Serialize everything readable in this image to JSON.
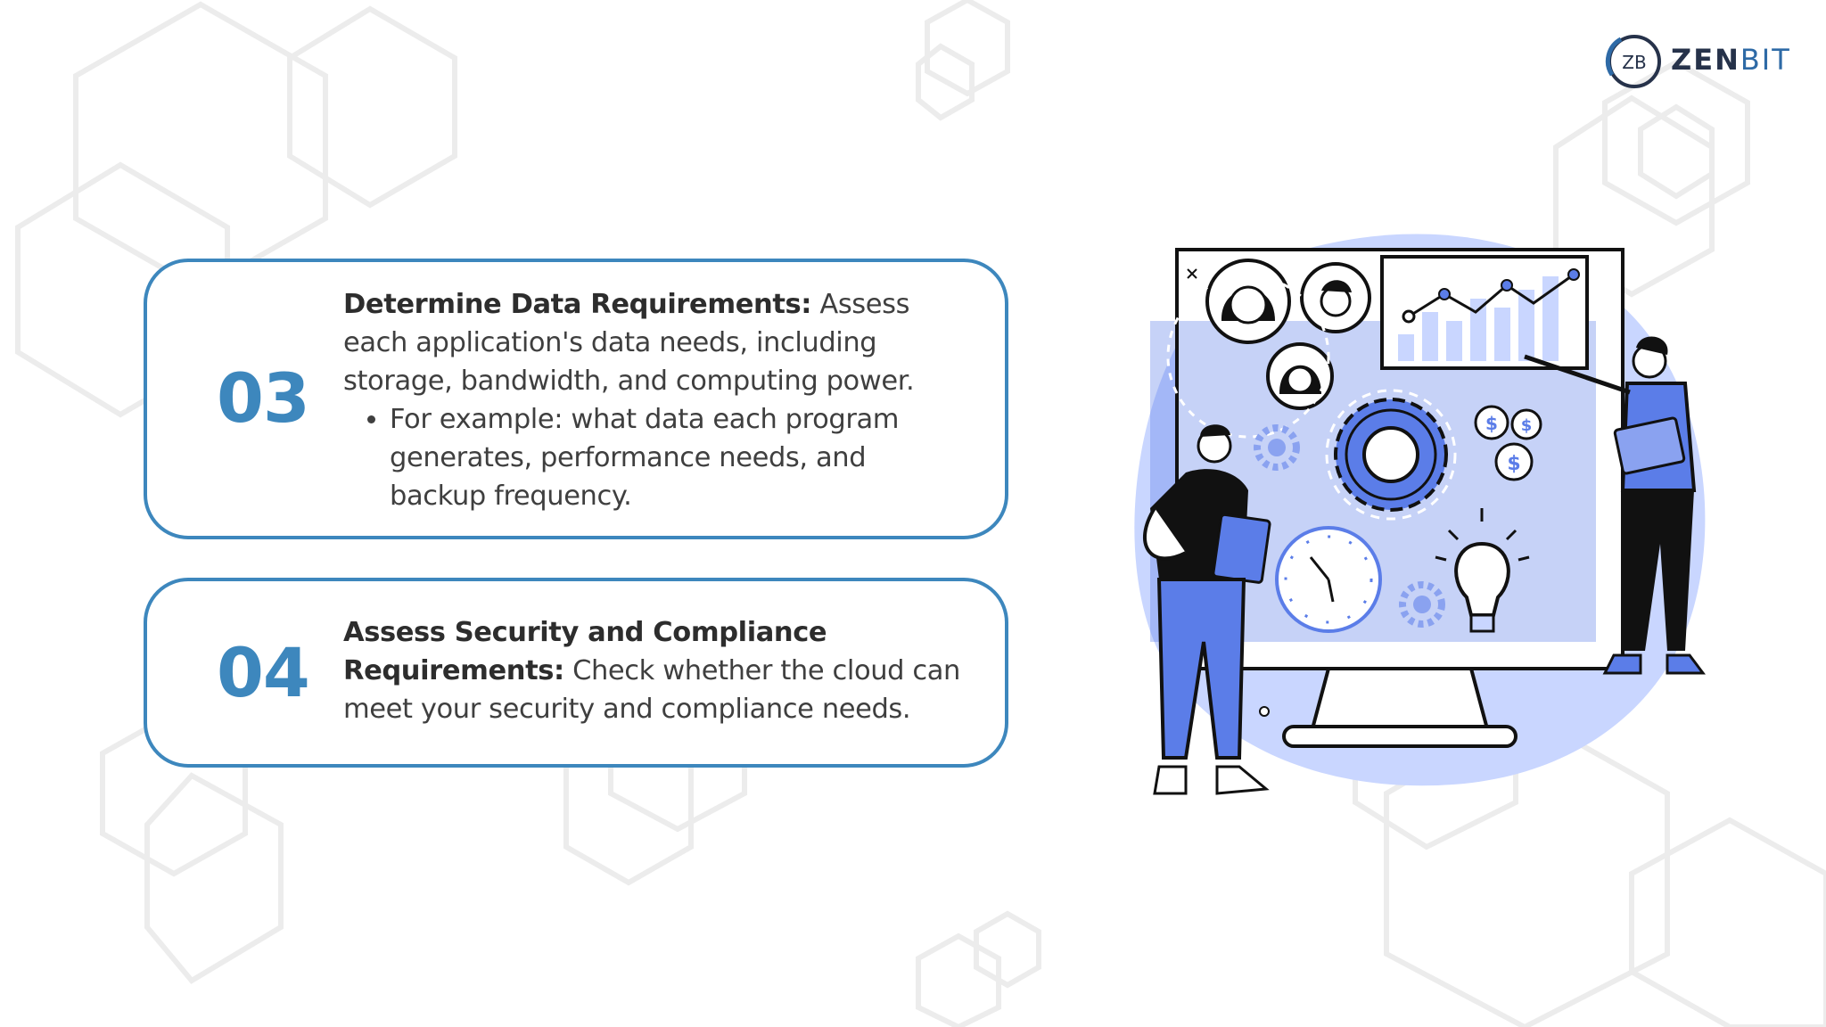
{
  "logo": {
    "mark": "ZB",
    "text_bold": "ZEN",
    "text_light": "BIT"
  },
  "colors": {
    "accent": "#3d87bd",
    "illustration_blue": "#5b7de8",
    "illustration_light": "#c9d6ff",
    "hex_outline": "#ececec"
  },
  "cards": [
    {
      "number": "03",
      "title": "Determine Data Requirements:",
      "text": " Assess each application's data needs, including storage, bandwidth, and computing power.",
      "bullet": "For example: what data each program generates, performance needs, and backup frequency."
    },
    {
      "number": "04",
      "title": "Assess Security and Compliance Requirements:",
      "text": " Check whether the cloud can meet your security and compliance needs."
    }
  ],
  "illustration": {
    "currency_symbol": "$"
  }
}
